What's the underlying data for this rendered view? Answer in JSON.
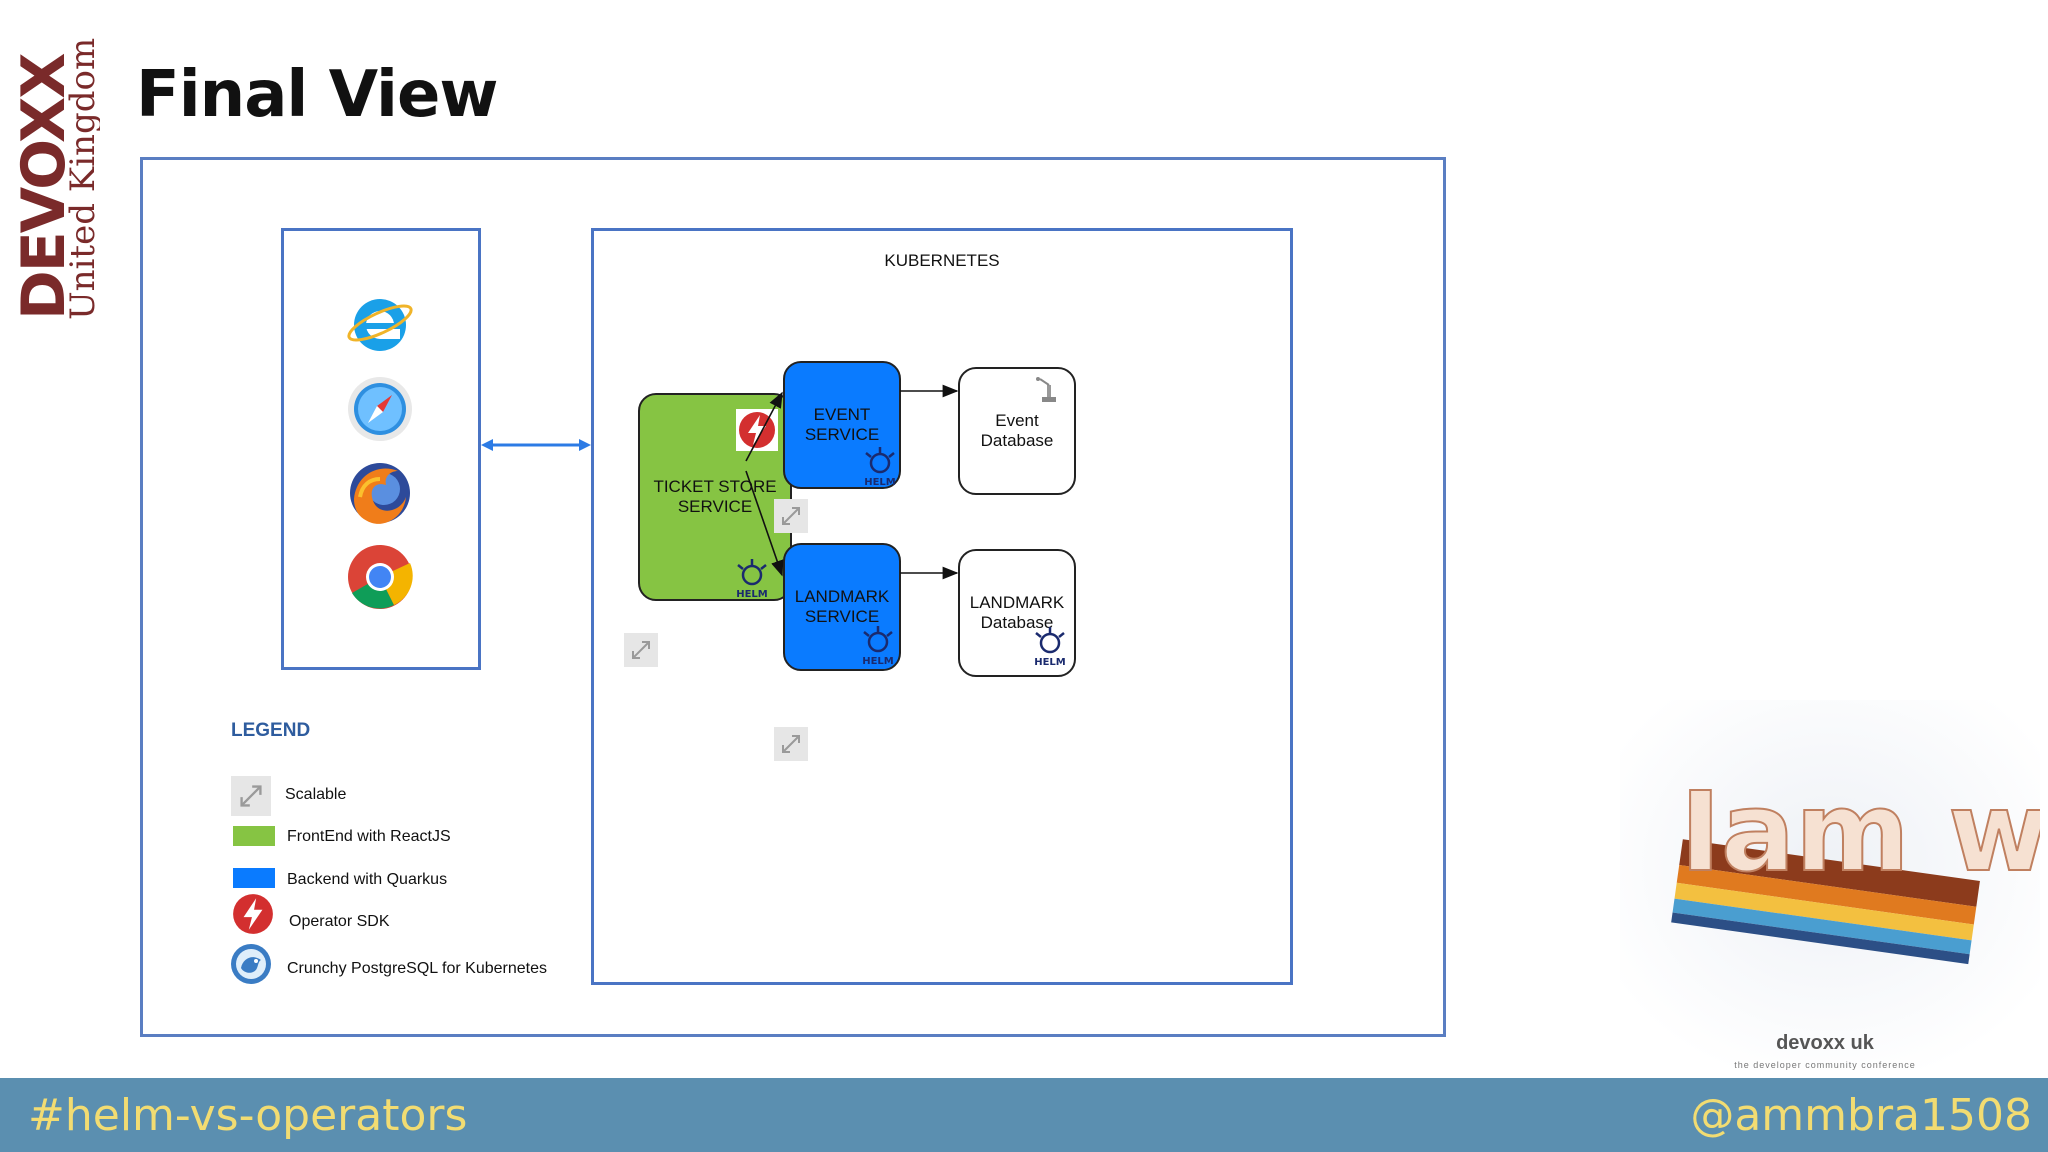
{
  "brand": {
    "wordmark": "DEVOXX",
    "subtitle": "United Kingdom"
  },
  "slide": {
    "title": "Final View"
  },
  "footer": {
    "hashtag": "#helm-vs-operators",
    "handle": "@ammbra1508"
  },
  "diagram": {
    "kubernetes_label": "KUBERNETES",
    "browsers": [
      "internet-explorer-icon",
      "safari-icon",
      "firefox-icon",
      "chrome-icon"
    ],
    "services": {
      "ticket_store": "TICKET STORE\nSERVICE",
      "event": "EVENT\nSERVICE",
      "landmark": "LANDMARK\nSERVICE",
      "event_db": "Event Database",
      "landmark_db": "LANDMARK\nDatabase"
    },
    "helm_label": "HELM",
    "legend": {
      "title": "LEGEND",
      "items": [
        {
          "icon": "scalable-icon",
          "label": "Scalable"
        },
        {
          "icon": "green-swatch",
          "label": "FrontEnd with ReactJS",
          "color": "#86c443"
        },
        {
          "icon": "blue-swatch",
          "label": "Backend with Quarkus",
          "color": "#0a7bff"
        },
        {
          "icon": "operator-sdk-icon",
          "label": "Operator SDK"
        },
        {
          "icon": "crunchy-postgres-icon",
          "label": "Crunchy PostgreSQL for Kubernetes"
        }
      ]
    }
  },
  "decoration": {
    "sticker_text": "Iam weare.",
    "event_logo": "devoxx uk",
    "event_tagline": "the developer community conference"
  },
  "colors": {
    "footer_bg": "#5b8fb0",
    "footer_text": "#f2dc72",
    "brand_red": "#7a2a2a",
    "brand_orange": "#e5a430",
    "frame_blue": "#4a74c4"
  }
}
